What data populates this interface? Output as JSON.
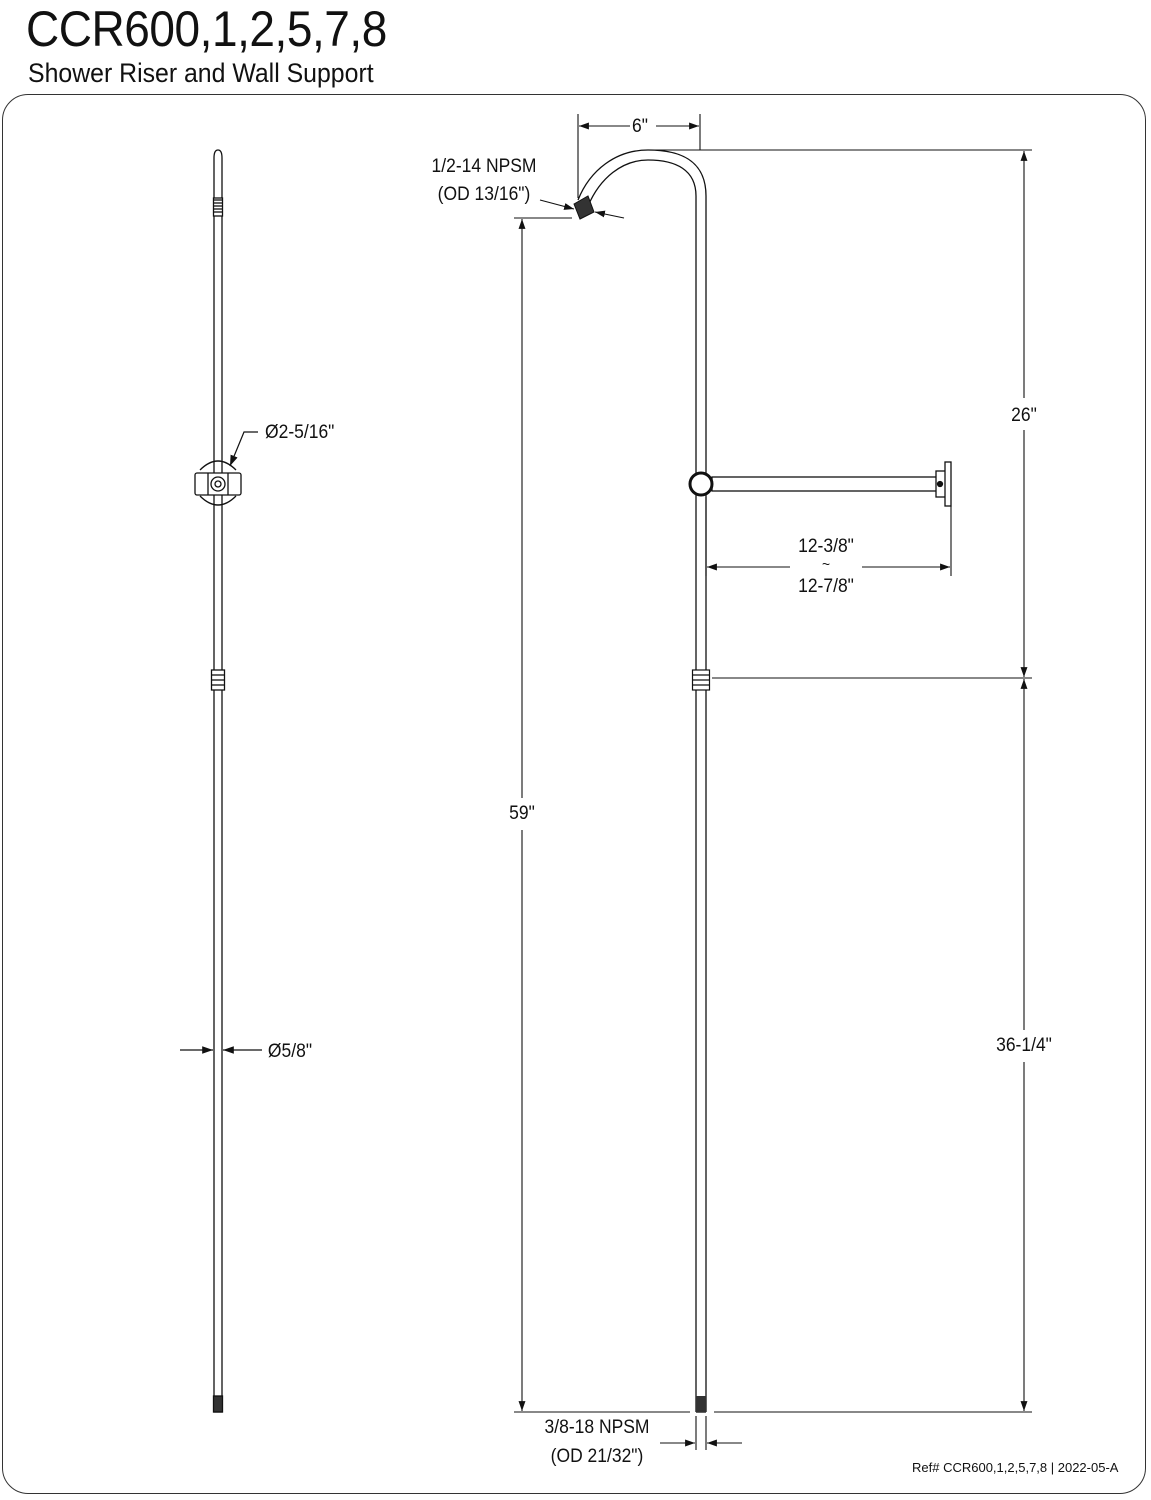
{
  "header": {
    "title": "CCR600,1,2,5,7,8",
    "subtitle": "Shower Riser and Wall Support"
  },
  "dimensions": {
    "arm_reach": "6\"",
    "top_thread_line1": "1/2-14 NPSM",
    "top_thread_line2": "(OD 13/16\")",
    "flange_diameter": "Ø2-5/16\"",
    "upper_height": "26\"",
    "support_length_min": "12-3/8\"",
    "support_length_tilde": "~",
    "support_length_max": "12-7/8\"",
    "total_height": "59\"",
    "lower_height": "36-1/4\"",
    "tube_diameter": "Ø5/8\"",
    "bottom_thread_line1": "3/8-18 NPSM",
    "bottom_thread_line2": "(OD 21/32\")"
  },
  "footer": {
    "reference": "Ref# CCR600,1,2,5,7,8 | 2022-05-A"
  }
}
